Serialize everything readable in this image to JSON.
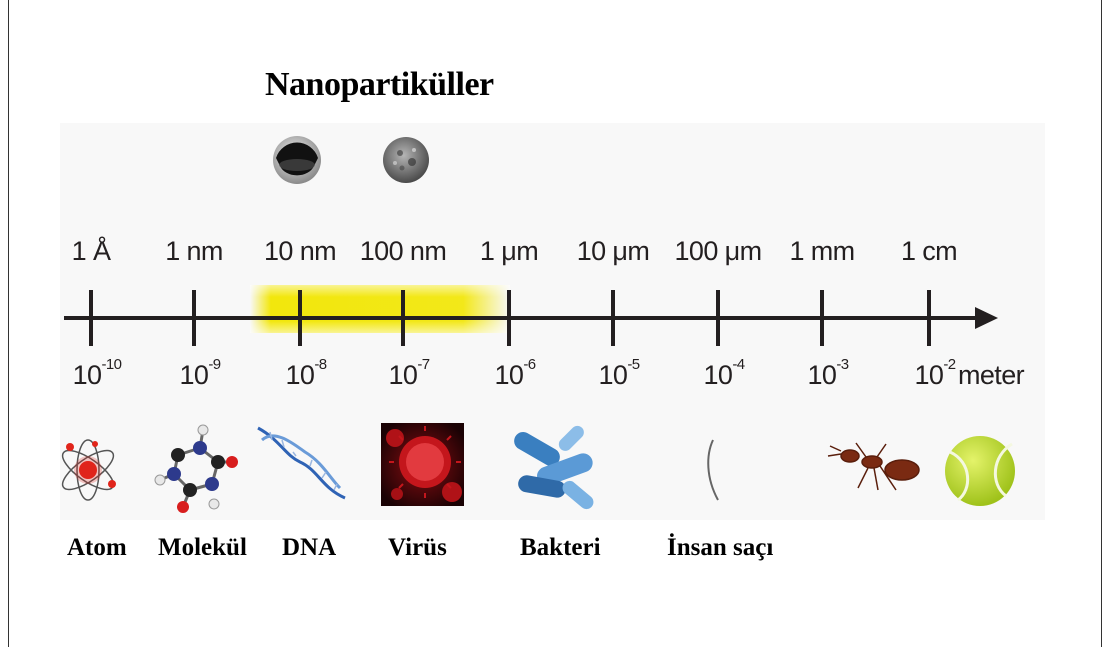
{
  "title": "Nanopartiküller",
  "scale_top_labels": [
    "1 Å",
    "1 nm",
    "10 nm",
    "100 nm",
    "1 μm",
    "10 μm",
    "100 μm",
    "1 mm",
    "1 cm"
  ],
  "scale_exponents": [
    "-10",
    "-9",
    "-8",
    "-7",
    "-6",
    "-5",
    "-4",
    "-3",
    "-2"
  ],
  "exponent_base": "10",
  "unit": "meter",
  "object_labels": [
    "Atom",
    "Molekül",
    "DNA",
    "Virüs",
    "Bakteri",
    "İnsan saçı"
  ],
  "colors": {
    "highlight": "#f2e600",
    "axis": "#231f20",
    "virus": "#c4161c",
    "bacteria": "#3a7fc0",
    "ball": "#c8e23c"
  },
  "icons": [
    "nanoparticle-shell-icon",
    "nanoparticle-solid-icon",
    "atom-icon",
    "molecule-icon",
    "dna-icon",
    "virus-icon",
    "bacteria-icon",
    "human-hair-icon",
    "ant-icon",
    "tennis-ball-icon"
  ]
}
